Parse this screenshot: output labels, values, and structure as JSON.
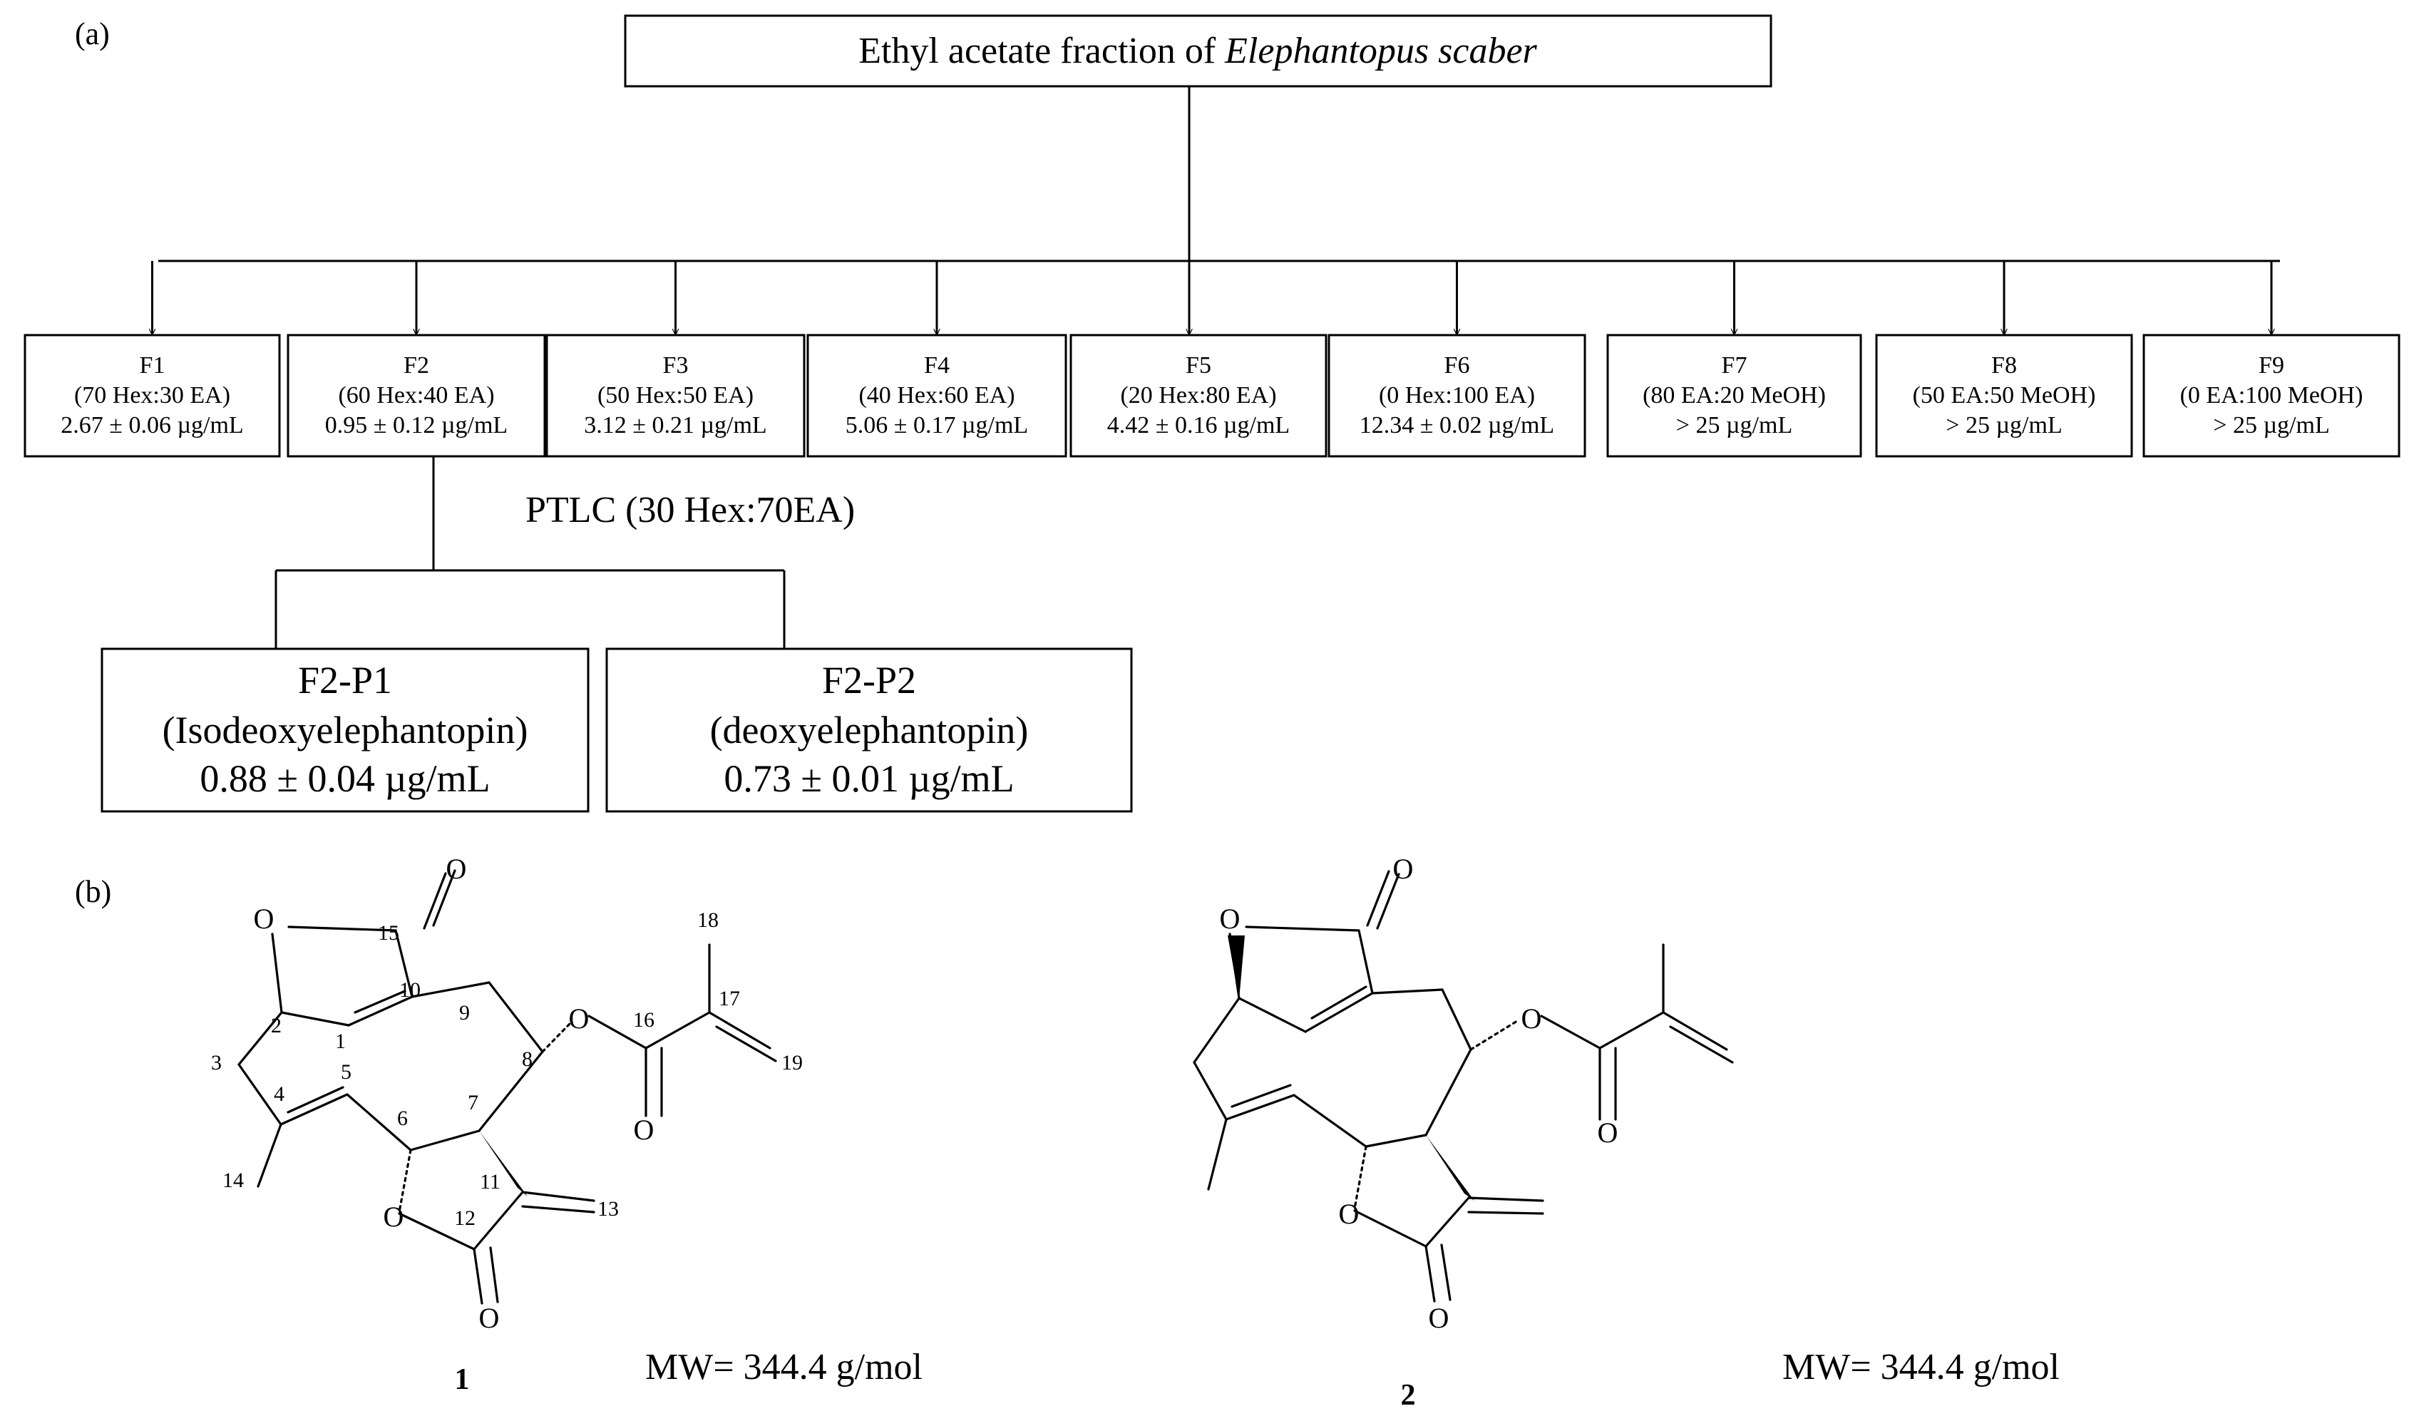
{
  "panel_a_label": "(a)",
  "panel_b_label": "(b)",
  "root": {
    "prefix": "Ethyl acetate fraction of ",
    "species": "Elephantopus scaber"
  },
  "fractions": [
    {
      "id": "F1",
      "solvent": "(70 Hex:30 EA)",
      "value": "2.67 ± 0.06 µg/mL"
    },
    {
      "id": "F2",
      "solvent": "(60 Hex:40 EA)",
      "value": "0.95 ± 0.12 µg/mL"
    },
    {
      "id": "F3",
      "solvent": "(50 Hex:50 EA)",
      "value": "3.12 ± 0.21 µg/mL"
    },
    {
      "id": "F4",
      "solvent": "(40 Hex:60 EA)",
      "value": "5.06 ± 0.17 µg/mL"
    },
    {
      "id": "F5",
      "solvent": "(20 Hex:80 EA)",
      "value": "4.42 ± 0.16 µg/mL"
    },
    {
      "id": "F6",
      "solvent": "(0 Hex:100 EA)",
      "value": "12.34 ± 0.02 µg/mL"
    },
    {
      "id": "F7",
      "solvent": "(80 EA:20 MeOH)",
      "value": "> 25 µg/mL"
    },
    {
      "id": "F8",
      "solvent": "(50 EA:50 MeOH)",
      "value": "> 25 µg/mL"
    },
    {
      "id": "F9",
      "solvent": "(0 EA:100 MeOH)",
      "value": "> 25 µg/mL"
    }
  ],
  "ptlc_label": "PTLC (30 Hex:70EA)",
  "subfractions": [
    {
      "id": "F2-P1",
      "name": "(Isodeoxyelephantopin)",
      "value": "0.88 ± 0.04 µg/mL"
    },
    {
      "id": "F2-P2",
      "name": "(deoxyelephantopin)",
      "value": "0.73 ± 0.01 µg/mL"
    }
  ],
  "compound1": {
    "number": "1",
    "mw": "MW= 344.4 g/mol",
    "atoms": {
      "O": "O",
      "n1": "1",
      "n2": "2",
      "n3": "3",
      "n4": "4",
      "n5": "5",
      "n6": "6",
      "n7": "7",
      "n8": "8",
      "n9": "9",
      "n10": "10",
      "n11": "11",
      "n12": "12",
      "n13": "13",
      "n14": "14",
      "n15": "15",
      "n16": "16",
      "n17": "17",
      "n18": "18",
      "n19": "19"
    }
  },
  "compound2": {
    "number": "2",
    "mw": "MW= 344.4 g/mol",
    "atom_o": "O"
  }
}
